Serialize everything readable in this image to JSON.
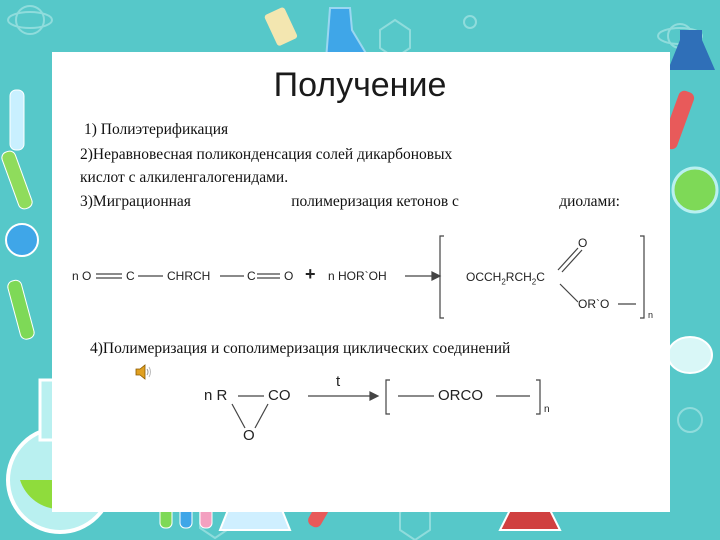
{
  "title": "Получение",
  "lines": {
    "item1": "1) Полиэтерификация",
    "item2": "2)Неравновесная поликонденсация солей дикарбоновых",
    "item3": "кислот с алкиленгалогенидами.",
    "item4_a": "3)Миграционная",
    "item4_b": "полимеризация кетонов с",
    "item4_c": "диолами:",
    "item5": "4)Полимеризация и сополимеризация циклических соединений"
  },
  "eq1": {
    "n1": "n",
    "o_left": "O",
    "c1": "C",
    "chrch": "CHRCH",
    "c2": "C",
    "o_right": "O",
    "plus": "+",
    "reagent": "n HOR`OH",
    "product_a": "OCCH",
    "product_sub1": "2",
    "product_b": "RCH",
    "product_sub2": "2",
    "product_c": "C",
    "o_top": "O",
    "or_o": "OR`O",
    "n_sub": "n"
  },
  "eq2": {
    "nr": "n R",
    "co": "CO",
    "o": "O",
    "t": "t",
    "orco": "ORCO",
    "n_sub": "n"
  },
  "colors": {
    "background": "#56c8c9",
    "panel": "#ffffff",
    "text": "#111111"
  }
}
